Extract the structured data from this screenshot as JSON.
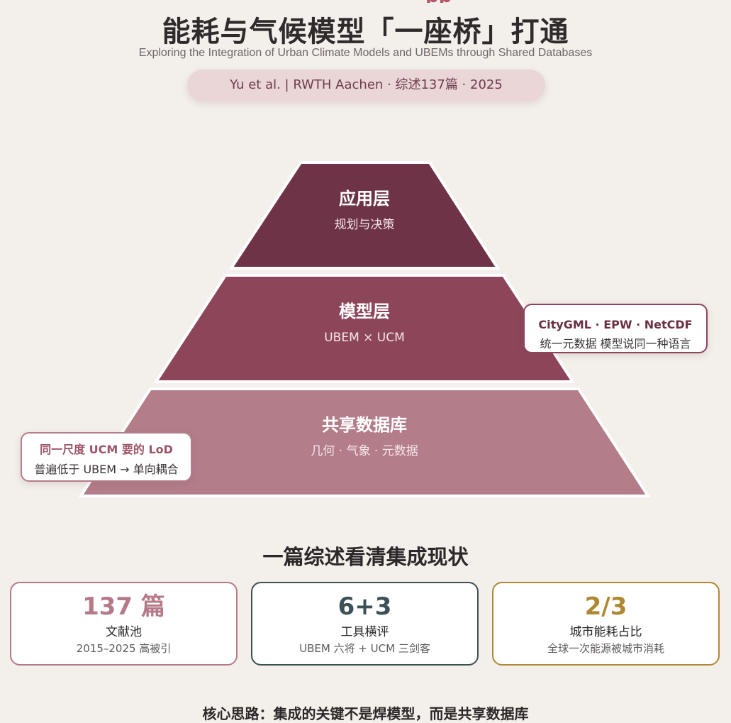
{
  "header": {
    "title": "能耗与气候模型「一座桥」打通",
    "subtitle": "Exploring the Integration of Urban Climate Models and UBEMs through Shared Databases",
    "meta": "Yu et al. | RWTH Aachen · 综述137篇 · 2025"
  },
  "pyramid": {
    "tiers": [
      {
        "title": "应用层",
        "sub": "规划与决策",
        "color": "#6e3347"
      },
      {
        "title": "模型层",
        "sub": "UBEM × UCM",
        "color": "#8d4659"
      },
      {
        "title": "共享数据库",
        "sub": "几何 · 气象 · 元数据",
        "color": "#b47d8a"
      }
    ],
    "callouts": {
      "formats": {
        "title": "CityGML · EPW · NetCDF",
        "sub": "统一元数据 模型说同一种语言",
        "title_color": "#6b2f42",
        "border_color": "#8d4659"
      },
      "lod": {
        "title": "同一尺度 UCM 要的 LoD",
        "sub": "普遍低于 UBEM → 单向耦合",
        "title_color": "#9c5467",
        "border_color": "#b47d8a"
      }
    }
  },
  "section_title": "一篇综述看清集成现状",
  "stats": [
    {
      "value": "137 篇",
      "label": "文献池",
      "sub": "2015–2025 高被引",
      "color": "#b57a87"
    },
    {
      "value": "6+3",
      "label": "工具横评",
      "sub": "UBEM 六将 + UCM 三剑客",
      "color": "#3c5157"
    },
    {
      "value": "2/3",
      "label": "城市能耗占比",
      "sub": "全球一次能源被城市消耗",
      "color": "#b08832"
    }
  ],
  "footer": "核心思路：集成的关键不是焊模型，而是共享数据库"
}
